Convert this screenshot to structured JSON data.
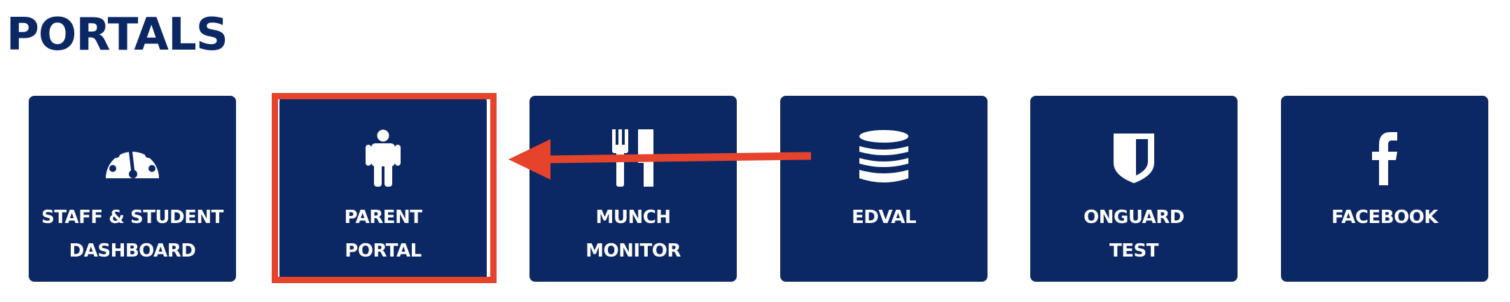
{
  "page": {
    "title": "PORTALS"
  },
  "tiles": [
    {
      "line1": "STAFF & STUDENT",
      "line2": "DASHBOARD",
      "icon": "dashboard-gauge-icon"
    },
    {
      "line1": "PARENT",
      "line2": "PORTAL",
      "icon": "person-icon"
    },
    {
      "line1": "MUNCH",
      "line2": "MONITOR",
      "icon": "fork-knife-icon"
    },
    {
      "line1": "EDVAL",
      "line2": "",
      "icon": "database-icon"
    },
    {
      "line1": "ONGUARD",
      "line2": "TEST",
      "icon": "shield-icon"
    },
    {
      "line1": "FACEBOOK",
      "line2": "",
      "icon": "facebook-icon"
    }
  ],
  "colors": {
    "tile_background": "#0b2865",
    "title": "#0b2865",
    "annotation": "#e5432b",
    "text": "#ffffff"
  },
  "annotation": {
    "highlighted_tile": "PARENT PORTAL",
    "arrow_icon": "arrow-left-icon"
  }
}
